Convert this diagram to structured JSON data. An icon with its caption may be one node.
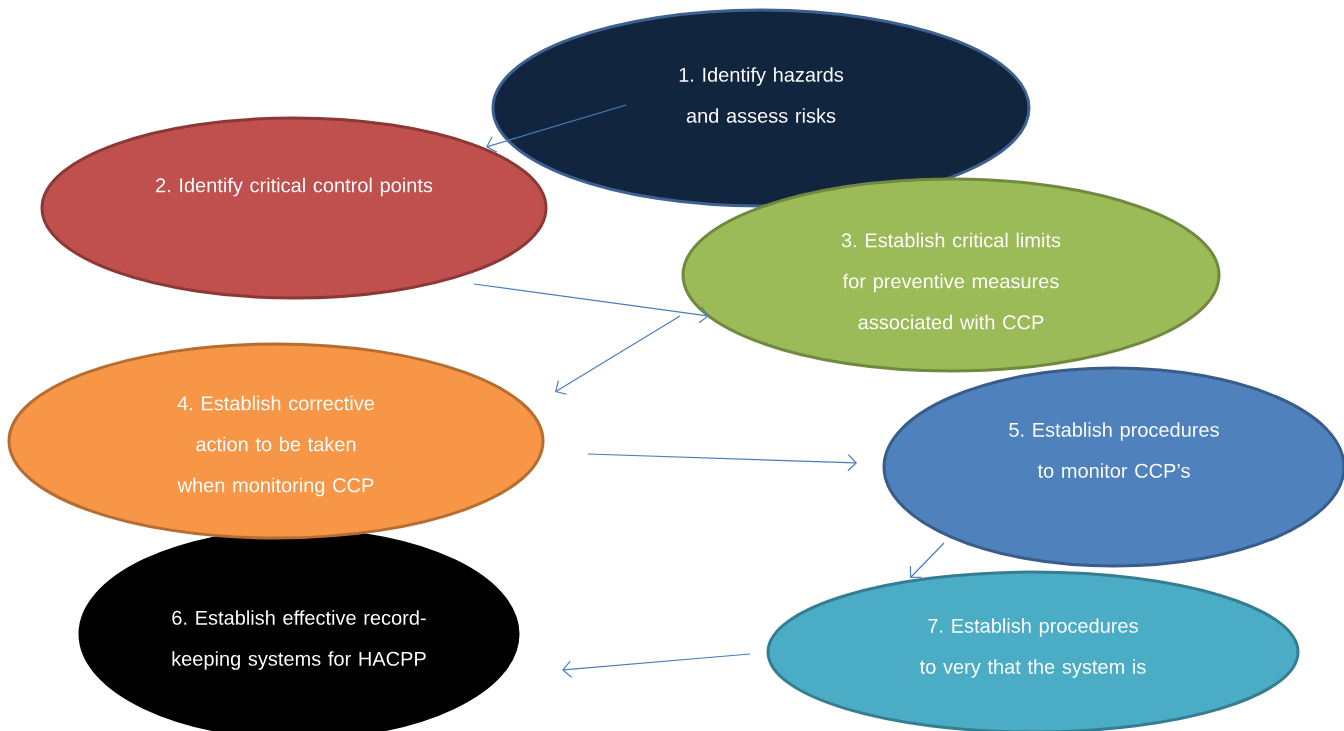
{
  "diagram": {
    "nodes": [
      {
        "text": [
          "1. Identify hazards and assess risks"
        ]
      },
      {
        "text": [
          "2. Identify critical control points"
        ]
      },
      {
        "text": [
          "3. Establish critical limits for preventive measures associated with CCP"
        ]
      },
      {
        "text": [
          "4. Establish corrective action to be taken when monitoring CCP"
        ]
      },
      {
        "text": [
          "5. Establish procedures to monitor CCP’s"
        ]
      },
      {
        "text": [
          "6. Establish effective record-keeping systems for HACPP"
        ]
      },
      {
        "text": [
          "7. Establish procedures to very that the system is"
        ]
      }
    ],
    "edges": [
      {
        "from": 0,
        "to": 1,
        "arrow": "to"
      },
      {
        "from": 1,
        "to": 2,
        "arrow": "to"
      },
      {
        "from": 2,
        "to": 3,
        "arrow": "to"
      },
      {
        "from": 3,
        "to": 4,
        "arrow": "to"
      },
      {
        "from": 4,
        "to": 6,
        "arrow": "to"
      },
      {
        "from": 6,
        "to": 5,
        "arrow": "to"
      }
    ]
  }
}
